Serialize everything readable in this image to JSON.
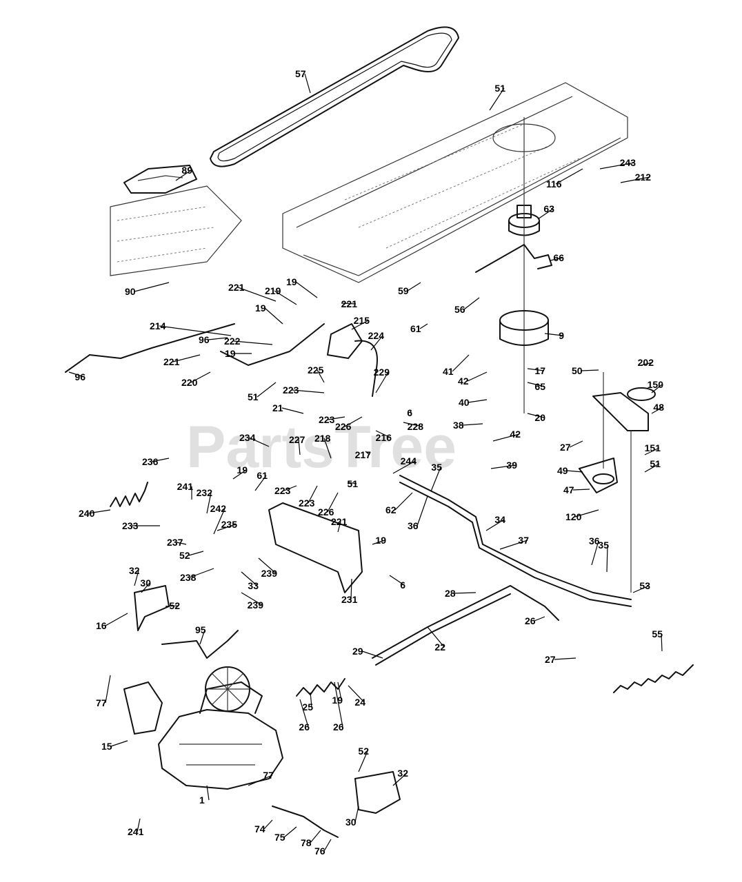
{
  "watermark": "PartsTree",
  "labels": [
    {
      "text": "57"
    },
    {
      "text": "51"
    },
    {
      "text": "89"
    },
    {
      "text": "243"
    },
    {
      "text": "116"
    },
    {
      "text": "212"
    },
    {
      "text": "63"
    },
    {
      "text": "66"
    },
    {
      "text": "90"
    },
    {
      "text": "59"
    },
    {
      "text": "221"
    },
    {
      "text": "219"
    },
    {
      "text": "19"
    },
    {
      "text": "19"
    },
    {
      "text": "221"
    },
    {
      "text": "56"
    },
    {
      "text": "214"
    },
    {
      "text": "96"
    },
    {
      "text": "215"
    },
    {
      "text": "61"
    },
    {
      "text": "9"
    },
    {
      "text": "222"
    },
    {
      "text": "224"
    },
    {
      "text": "221"
    },
    {
      "text": "19"
    },
    {
      "text": "41"
    },
    {
      "text": "17"
    },
    {
      "text": "50"
    },
    {
      "text": "202"
    },
    {
      "text": "96"
    },
    {
      "text": "220"
    },
    {
      "text": "225"
    },
    {
      "text": "42"
    },
    {
      "text": "65"
    },
    {
      "text": "150"
    },
    {
      "text": "51"
    },
    {
      "text": "223"
    },
    {
      "text": "229"
    },
    {
      "text": "40"
    },
    {
      "text": "48"
    },
    {
      "text": "21"
    },
    {
      "text": "223"
    },
    {
      "text": "226"
    },
    {
      "text": "6"
    },
    {
      "text": "228"
    },
    {
      "text": "20"
    },
    {
      "text": "38"
    },
    {
      "text": "216"
    },
    {
      "text": "42"
    },
    {
      "text": "27"
    },
    {
      "text": "234"
    },
    {
      "text": "227"
    },
    {
      "text": "218"
    },
    {
      "text": "217"
    },
    {
      "text": "151"
    },
    {
      "text": "236"
    },
    {
      "text": "244"
    },
    {
      "text": "39"
    },
    {
      "text": "51"
    },
    {
      "text": "35"
    },
    {
      "text": "49"
    },
    {
      "text": "19"
    },
    {
      "text": "61"
    },
    {
      "text": "51"
    },
    {
      "text": "47"
    },
    {
      "text": "241"
    },
    {
      "text": "232"
    },
    {
      "text": "223"
    },
    {
      "text": "62"
    },
    {
      "text": "240"
    },
    {
      "text": "223"
    },
    {
      "text": "226"
    },
    {
      "text": "242"
    },
    {
      "text": "34"
    },
    {
      "text": "36"
    },
    {
      "text": "120"
    },
    {
      "text": "233"
    },
    {
      "text": "235"
    },
    {
      "text": "237"
    },
    {
      "text": "221"
    },
    {
      "text": "37"
    },
    {
      "text": "52"
    },
    {
      "text": "19"
    },
    {
      "text": "36"
    },
    {
      "text": "35"
    },
    {
      "text": "238"
    },
    {
      "text": "239"
    },
    {
      "text": "32"
    },
    {
      "text": "33"
    },
    {
      "text": "6"
    },
    {
      "text": "30"
    },
    {
      "text": "53"
    },
    {
      "text": "52"
    },
    {
      "text": "239"
    },
    {
      "text": "231"
    },
    {
      "text": "28"
    },
    {
      "text": "16"
    },
    {
      "text": "26"
    },
    {
      "text": "95"
    },
    {
      "text": "22"
    },
    {
      "text": "55"
    },
    {
      "text": "29"
    },
    {
      "text": "27"
    },
    {
      "text": "77"
    },
    {
      "text": "25"
    },
    {
      "text": "19"
    },
    {
      "text": "24"
    },
    {
      "text": "26"
    },
    {
      "text": "26"
    },
    {
      "text": "15"
    },
    {
      "text": "52"
    },
    {
      "text": "32"
    },
    {
      "text": "77"
    },
    {
      "text": "1"
    },
    {
      "text": "30"
    },
    {
      "text": "241"
    },
    {
      "text": "74"
    },
    {
      "text": "75"
    },
    {
      "text": "78"
    },
    {
      "text": "76"
    }
  ]
}
